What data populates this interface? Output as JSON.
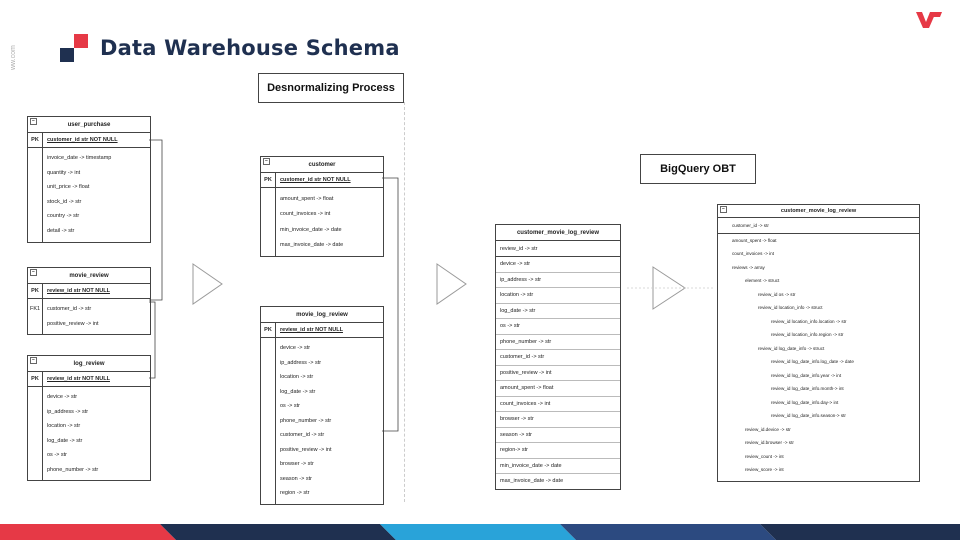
{
  "header": {
    "title": "Data Warehouse Schema",
    "side_text": "ww.com",
    "brand_color": "#e63946",
    "accent_color": "#1f3050"
  },
  "labels": {
    "process": "Desnormalizing Process",
    "bigquery": "BigQuery OBT"
  },
  "user_purchase": {
    "name": "user_purchase",
    "pk_key": "PK",
    "pk_field": "customer_id str NOT NULL",
    "fields": [
      "invoice_date -> timestamp",
      "quantity -> int",
      "unit_price -> float",
      "stock_id -> str",
      "country -> str",
      "detail -> str"
    ]
  },
  "movie_review": {
    "name": "movie_review",
    "pk_key": "PK",
    "pk_field": "review_id str NOT NULL",
    "fk_key": "FK1",
    "fields": [
      "customer_id -> str",
      "positive_review -> int"
    ]
  },
  "log_review": {
    "name": "log_review",
    "pk_key": "PK",
    "pk_field": "review_id str NOT NULL",
    "fields": [
      "device -> str",
      "ip_address -> str",
      "location -> str",
      "log_date -> str",
      "os -> str",
      "phone_number -> str"
    ]
  },
  "customer": {
    "name": "customer",
    "pk_key": "PK",
    "pk_field": "customer_id str NOT NULL",
    "fields": [
      "amount_spent -> float",
      "count_invoices -> int",
      "min_invoice_date -> date",
      "max_invoice_date -> date"
    ]
  },
  "movie_log_review": {
    "name": "movie_log_review",
    "pk_key": "PK",
    "pk_field": "review_id str NOT NULL",
    "fields": [
      "device -> str",
      "ip_address -> str",
      "location -> str",
      "log_date -> str",
      "os -> str",
      "phone_number -> str",
      "customer_id -> str",
      "positive_review -> int",
      "browser -> str",
      "season -> str",
      "region -> str"
    ]
  },
  "customer_movie_log_review": {
    "name": "customer_movie_log_review",
    "fields": [
      "review_id -> str",
      "device -> str",
      "ip_address -> str",
      "location -> str",
      "log_date -> str",
      "os -> str",
      "phone_number -> str",
      "customer_id -> str",
      "positive_review -> int",
      "amount_spent -> float",
      "count_invoices -> int",
      "browser -> str",
      "season -> str",
      "region-> str",
      "min_invoice_date -> date",
      "max_invoice_date -> date"
    ]
  },
  "obt": {
    "name": "customer_movie_log_review",
    "top_fields": [
      "customer_id -> str",
      "amount_spent -> float",
      "count_invoices -> int",
      "reviews -> array"
    ],
    "nested_fields": [
      {
        "level": 1,
        "text": "element -> struct"
      },
      {
        "level": 2,
        "text": "review_id os -> str"
      },
      {
        "level": 2,
        "text": "review_id location_info -> struct"
      },
      {
        "level": 3,
        "text": "review_id location_info.location -> str"
      },
      {
        "level": 3,
        "text": "review_id location_info.region -> str"
      },
      {
        "level": 2,
        "text": "review_id log_date_info -> struct"
      },
      {
        "level": 3,
        "text": "review_id log_date_info.log_date -> date"
      },
      {
        "level": 3,
        "text": "review_id log_date_info.year -> int"
      },
      {
        "level": 3,
        "text": "review_id log_date_info.month-> int"
      },
      {
        "level": 3,
        "text": "review_id log_date_info.day-> int"
      },
      {
        "level": 3,
        "text": "review_id log_date_info.season-> str"
      },
      {
        "level": 1,
        "text": "review_id.device -> str"
      },
      {
        "level": 1,
        "text": "review_id.browser -> str"
      },
      {
        "level": 1,
        "text": "review_count -> int"
      },
      {
        "level": 1,
        "text": "review_score -> int"
      }
    ]
  },
  "footer": {
    "colors": [
      "#e63946",
      "#1f3050",
      "#2c4a80",
      "#29a3d9",
      "#1f3050"
    ]
  }
}
